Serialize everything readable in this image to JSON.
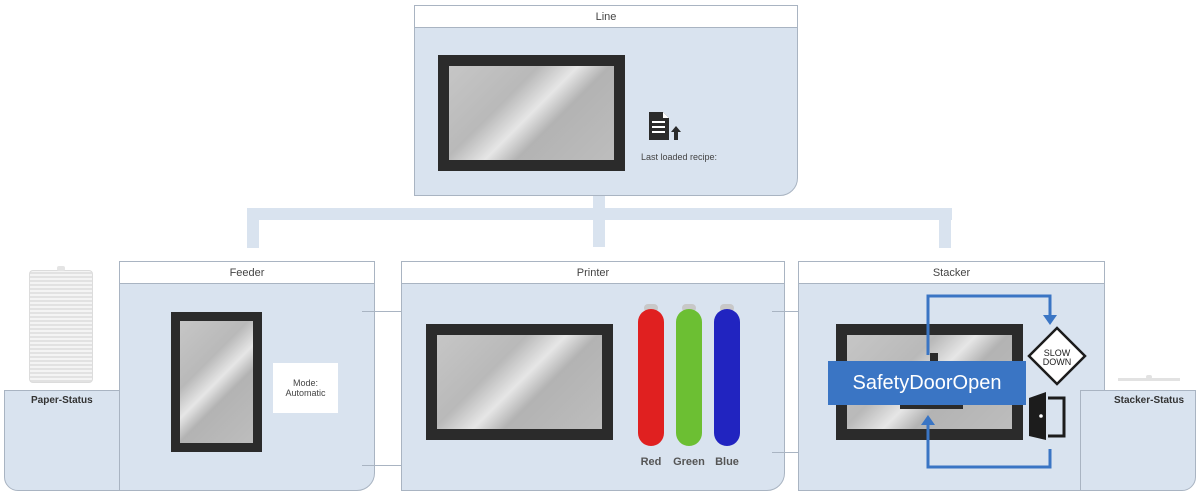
{
  "line": {
    "title": "Line",
    "recipe_label": "Last loaded recipe:"
  },
  "feeder": {
    "title": "Feeder",
    "mode_label": "Mode:",
    "mode_value": "Automatic"
  },
  "printer": {
    "title": "Printer",
    "inks": [
      {
        "label": "Red",
        "color": "#e02020"
      },
      {
        "label": "Green",
        "color": "#6cbf33"
      },
      {
        "label": "Blue",
        "color": "#2124c0"
      }
    ]
  },
  "stacker": {
    "title": "Stacker",
    "alarm": "SafetyDoorOpen",
    "slow_down_line1": "SLOW",
    "slow_down_line2": "DOWN"
  },
  "paper_status": {
    "label": "Paper-Status"
  },
  "stacker_status": {
    "label": "Stacker-Status"
  },
  "colors": {
    "panel": "#d9e3ef",
    "accent_blue": "#3a75c4"
  }
}
